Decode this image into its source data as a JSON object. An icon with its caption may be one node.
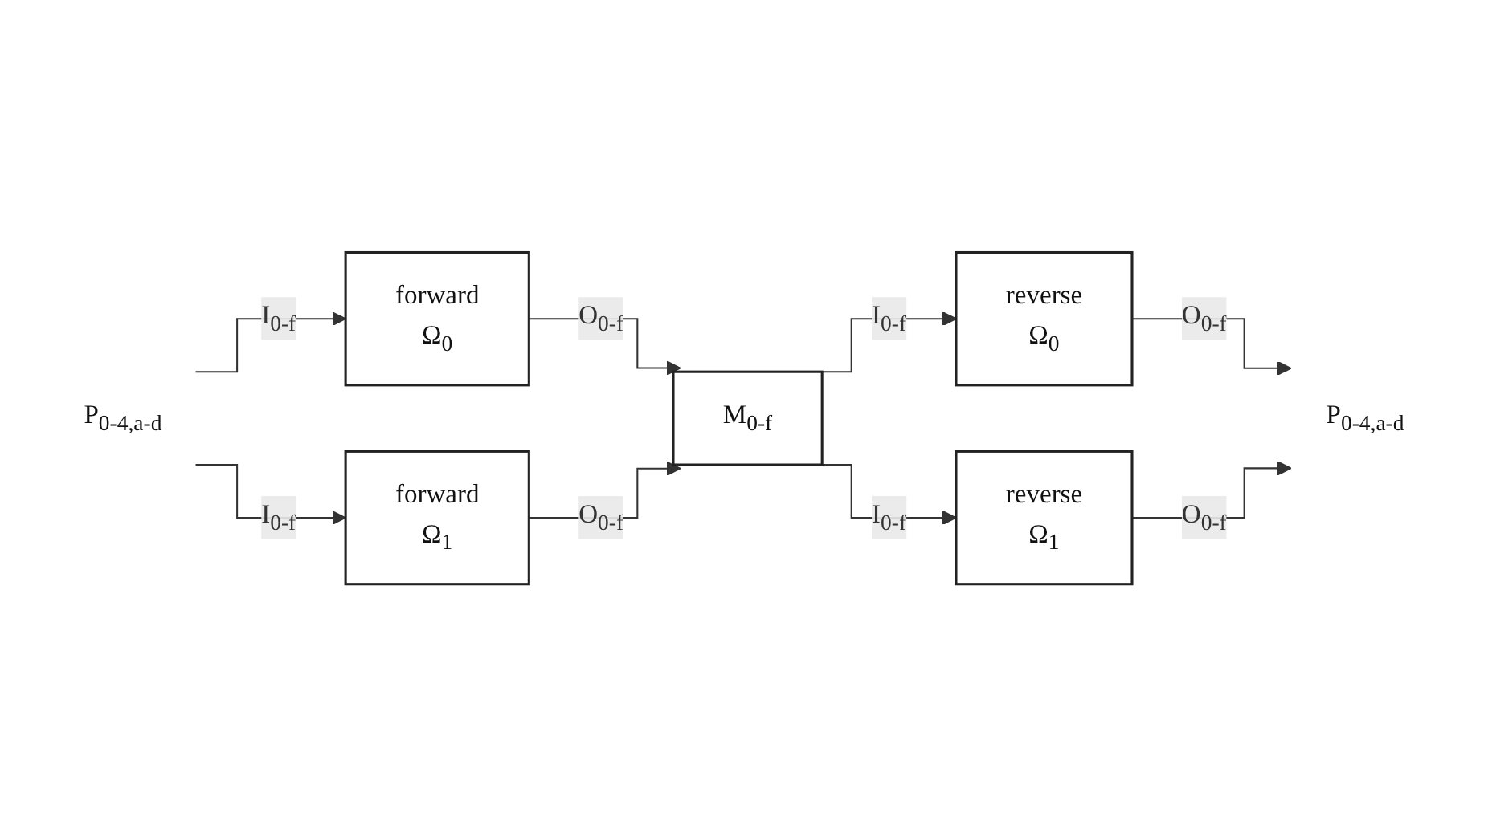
{
  "diagram": {
    "nodes": [
      {
        "text": [
          "P$_{0-4,a-d}$"
        ]
      },
      {
        "text": [
          "forward",
          "Ω$_{0}$"
        ]
      },
      {
        "text": [
          "forward",
          "Ω$_{1}$"
        ]
      },
      {
        "text": [
          "M$_{0-f}$"
        ]
      },
      {
        "text": [
          "reverse",
          "Ω$_{0}$"
        ]
      },
      {
        "text": [
          "reverse",
          "Ω$_{1}$"
        ]
      },
      {
        "text": [
          "P$_{0-4,a-d}$"
        ]
      }
    ],
    "edges": [
      {
        "from": 0,
        "to": 1,
        "arrow": "to",
        "label": "I$_{0-f}$"
      },
      {
        "from": 0,
        "to": 2,
        "arrow": "to",
        "label": "I$_{0-f}$"
      },
      {
        "from": 1,
        "to": 3,
        "arrow": "to",
        "label": "O$_{0-f}$"
      },
      {
        "from": 2,
        "to": 3,
        "arrow": "to",
        "label": "O$_{0-f}$"
      },
      {
        "from": 3,
        "to": 4,
        "arrow": "to",
        "label": "I$_{0-f}$"
      },
      {
        "from": 3,
        "to": 5,
        "arrow": "to",
        "label": "I$_{0-f}$"
      },
      {
        "from": 4,
        "to": 6,
        "arrow": "to",
        "label": "O$_{0-f}$"
      },
      {
        "from": 5,
        "to": 6,
        "arrow": "to",
        "label": "O$_{0-f}$"
      }
    ]
  }
}
